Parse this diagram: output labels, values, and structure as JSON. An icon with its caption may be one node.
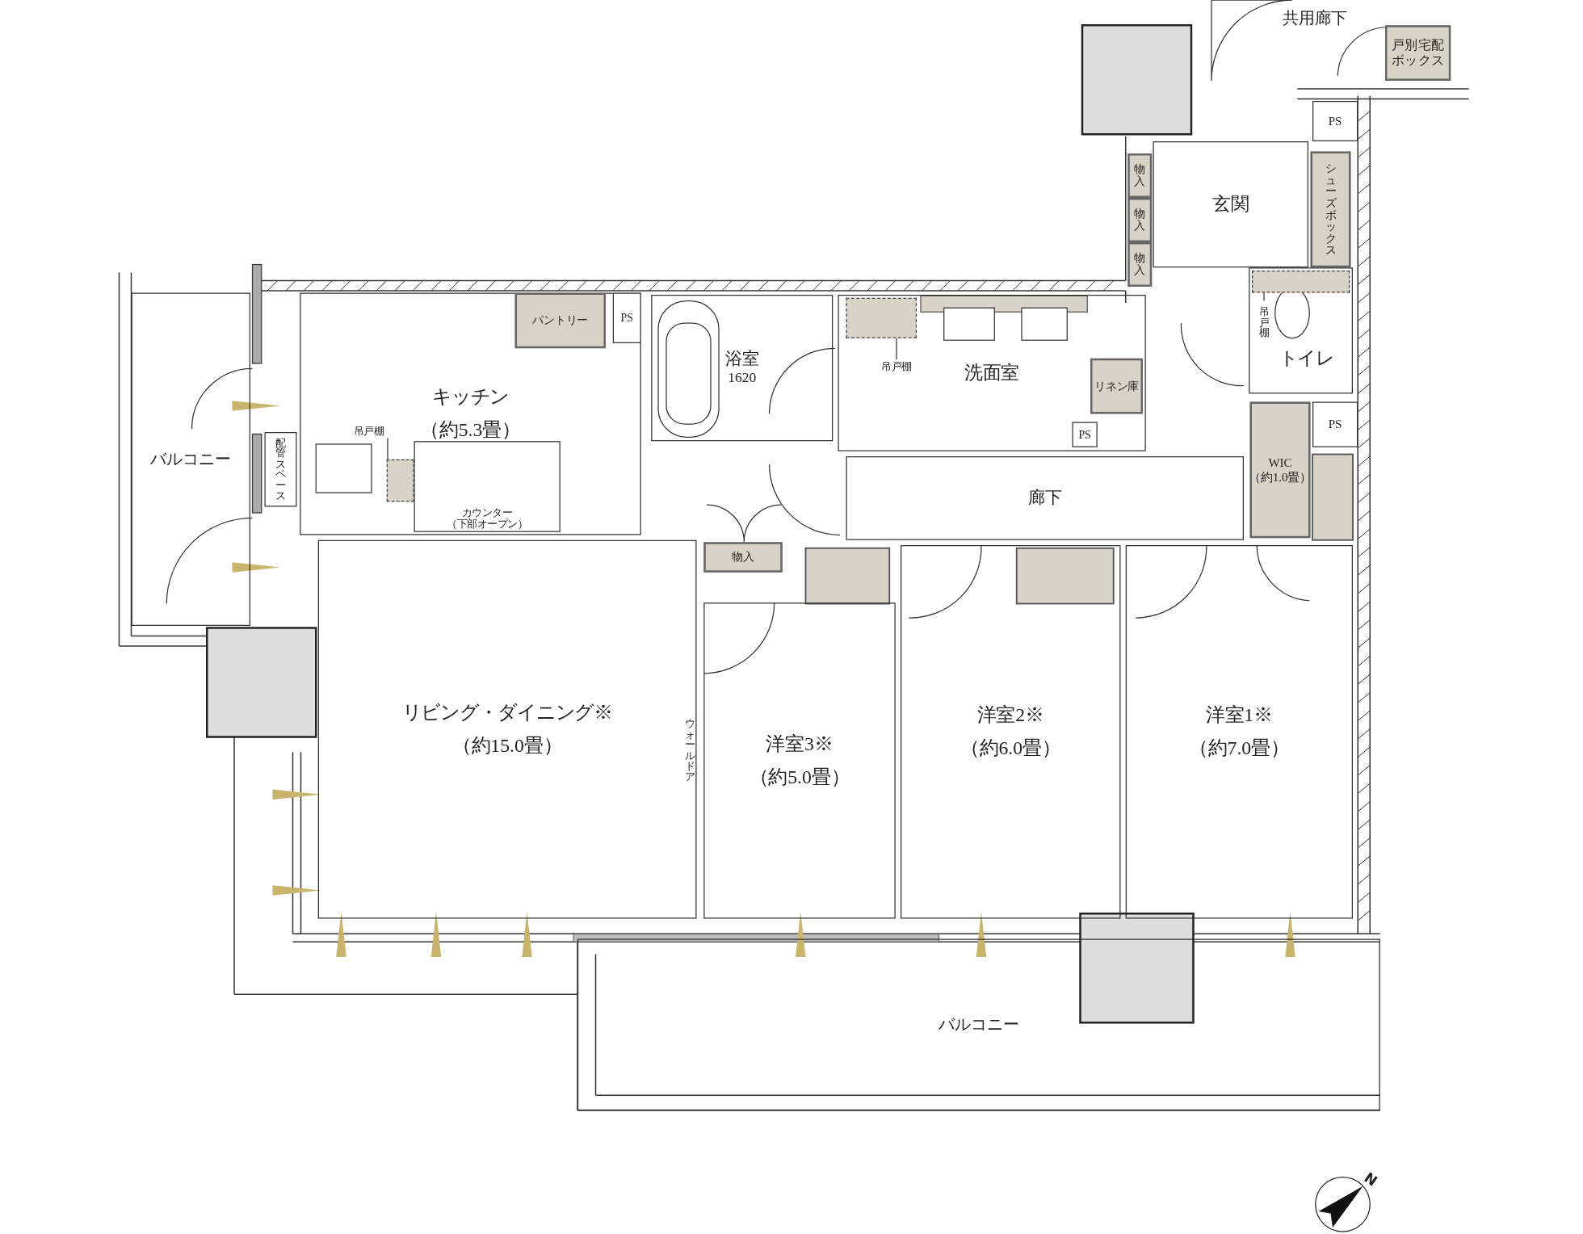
{
  "diagram": {
    "nodes": [
      {
        "text": [
          "玄関"
        ]
      },
      {
        "text": [
          "戸別宅配ボックス"
        ]
      },
      {
        "text": [
          "PS"
        ]
      },
      {
        "text": [
          "物入"
        ]
      },
      {
        "text": [
          "物入"
        ]
      },
      {
        "text": [
          "物入"
        ]
      },
      {
        "text": [
          "シューズボックス"
        ]
      },
      {
        "text": [
          "トイレ"
        ]
      },
      {
        "text": [
          "吊戸棚"
        ],
        "in": 7
      },
      {
        "text": [],
        "shape": "box",
        "in": 7
      },
      {
        "text": [
          "キッチン",
          "（約5.3畳）"
        ]
      },
      {
        "text": [
          "パントリー"
        ],
        "in": 10
      },
      {
        "text": [
          "PS"
        ],
        "in": 10
      },
      {
        "text": [
          "浴室",
          "1620"
        ]
      },
      {
        "text": [
          "洗面室"
        ]
      },
      {
        "text": [
          "吊戸棚"
        ],
        "in": 14
      },
      {
        "text": [],
        "shape": "box",
        "in": 14
      },
      {
        "text": [
          "リネン庫"
        ],
        "in": 14
      },
      {
        "text": [
          "PS"
        ],
        "in": 14
      },
      {
        "text": [
          "吊戸棚"
        ],
        "in": 10
      },
      {
        "text": [],
        "shape": "box",
        "in": 10
      },
      {
        "text": [
          "配管スペース"
        ]
      },
      {
        "text": [
          "カウンター（下部オープン）"
        ],
        "in": 10
      },
      {
        "text": [
          "バルコニー"
        ]
      },
      {
        "text": [
          "リビング・ダイニング※",
          "（約15.0畳）"
        ]
      },
      {
        "text": [
          "物入"
        ]
      },
      {
        "text": [
          "廊下"
        ]
      },
      {
        "text": [
          "WIC",
          "（約1.0畳）"
        ]
      },
      {
        "text": [
          "PS"
        ]
      },
      {
        "text": [
          "洋室3※",
          "（約5.0畳）"
        ]
      },
      {
        "text": [
          "洋室2※",
          "（約6.0畳）"
        ]
      },
      {
        "text": [
          "洋室1※",
          "（約7.0畳）"
        ]
      },
      {
        "text": [
          "バルコニー"
        ]
      }
    ],
    "edges": [
      {
        "from": 8,
        "to": 9,
        "arrow": "none"
      },
      {
        "from": 15,
        "to": 16,
        "arrow": "none"
      },
      {
        "from": 19,
        "to": 20,
        "arrow": "none"
      }
    ],
    "labels": [
      "共用廊下",
      "ウォールドア",
      "N"
    ]
  }
}
